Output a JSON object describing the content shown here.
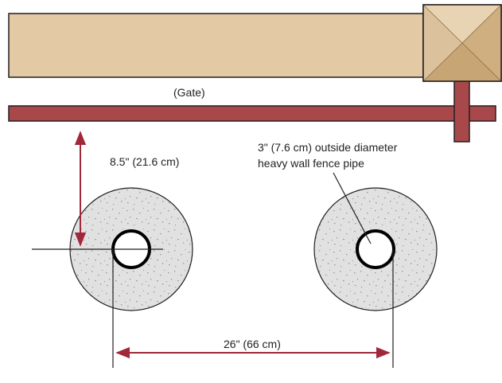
{
  "labels": {
    "gate": "(Gate)",
    "vertical_dimension": "8.5\" (21.6 cm)",
    "pipe_note_line1": "3\" (7.6 cm) outside diameter",
    "pipe_note_line2": "heavy wall fence pipe",
    "horizontal_dimension": "26\" (66 cm)"
  },
  "colors": {
    "gate_board": "#e3c9a4",
    "post_cap": "#d8b88a",
    "rail": "#a8484b",
    "dimension_arrow": "#a0283a",
    "concrete": "#e1e1e1",
    "outline": "#231f20"
  }
}
